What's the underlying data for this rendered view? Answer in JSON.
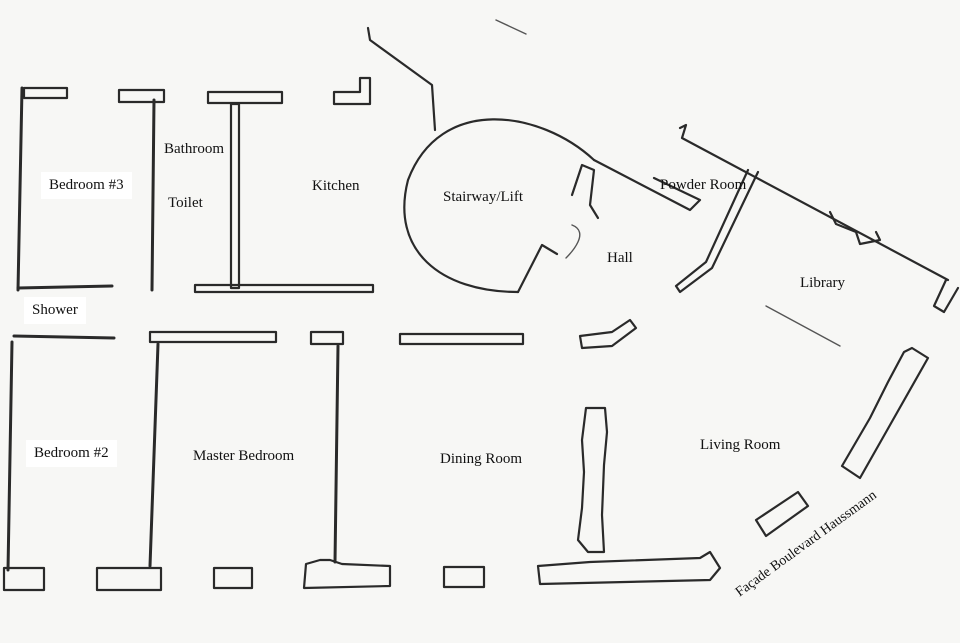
{
  "rooms": {
    "bathroom": "Bathroom",
    "toilet": "Toilet",
    "kitchen": "Kitchen",
    "stairway": "Stairway/Lift",
    "powder_room": "Powder Room",
    "hall": "Hall",
    "library": "Library",
    "bedroom3": "Bedroom #3",
    "shower": "Shower",
    "bedroom2": "Bedroom #2",
    "master_bedroom": "Master Bedroom",
    "dining_room": "Dining Room",
    "living_room": "Living Room"
  },
  "street": "Façade Boulevard Haussmann"
}
